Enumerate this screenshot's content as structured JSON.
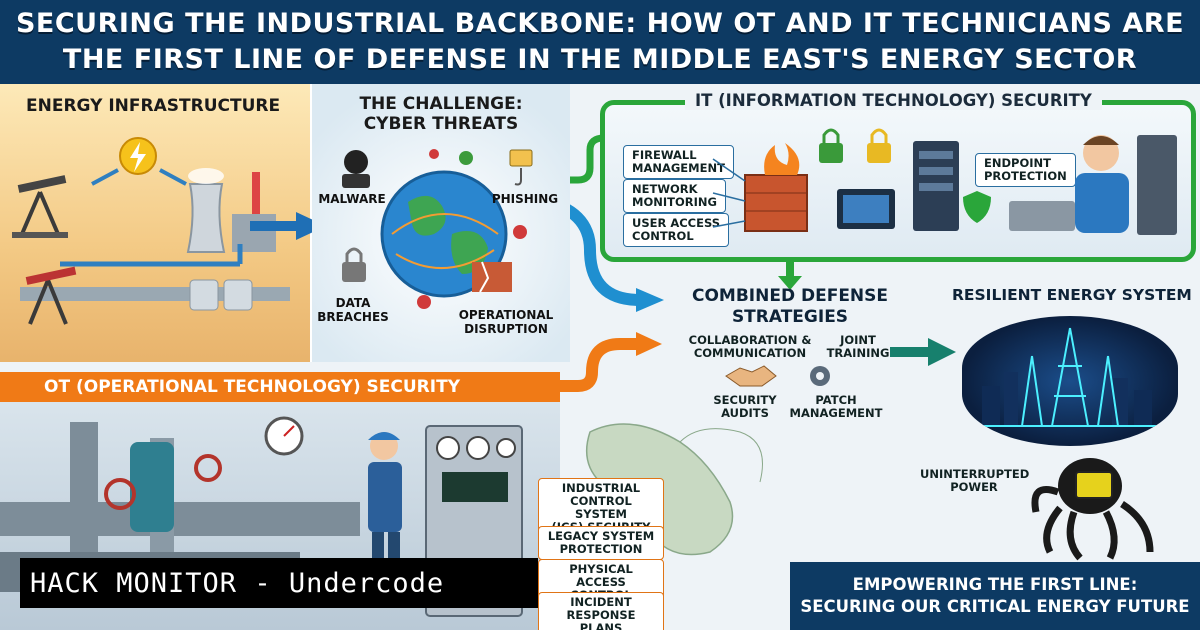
{
  "header": {
    "line1": "SECURING THE INDUSTRIAL BACKBONE: HOW OT AND IT TECHNICIANS ARE",
    "line2": "THE FIRST LINE OF DEFENSE IN THE MIDDLE EAST'S ENERGY SECTOR"
  },
  "energy": {
    "title": "ENERGY INFRASTRUCTURE"
  },
  "challenge": {
    "title_line1": "THE CHALLENGE:",
    "title_line2": "CYBER THREATS",
    "threats": {
      "malware": "MALWARE",
      "phishing": "PHISHING",
      "data_line1": "DATA",
      "data_line2": "BREACHES",
      "op_line1": "OPERATIONAL",
      "op_line2": "DISRUPTION"
    }
  },
  "it": {
    "title": "IT (INFORMATION TECHNOLOGY) SECURITY",
    "items": {
      "firewall_1": "FIREWALL",
      "firewall_2": "MANAGEMENT",
      "network_1": "NETWORK",
      "network_2": "MONITORING",
      "access_1": "USER ACCESS",
      "access_2": "CONTROL",
      "endpoint_1": "ENDPOINT",
      "endpoint_2": "PROTECTION"
    }
  },
  "combined": {
    "title_line1": "COMBINED DEFENSE",
    "title_line2": "STRATEGIES",
    "collab_1": "COLLABORATION &",
    "collab_2": "COMMUNICATION",
    "joint_1": "JOINT",
    "joint_2": "TRAINING",
    "audit_1": "SECURITY",
    "audit_2": "AUDITS",
    "patch_1": "PATCH",
    "patch_2": "MANAGEMENT"
  },
  "resilient": {
    "title": "RESILIENT ENERGY SYSTEM",
    "power_1": "UNINTERRUPTED",
    "power_2": "POWER"
  },
  "ot": {
    "title": "OT (OPERATIONAL TECHNOLOGY) SECURITY",
    "items": {
      "ics_1": "INDUSTRIAL",
      "ics_2": "CONTROL SYSTEM",
      "ics_3": "(ICS) SECURITY",
      "legacy_1": "LEGACY SYSTEM",
      "legacy_2": "PROTECTION",
      "physical_1": "PHYSICAL",
      "physical_2": "ACCESS CONTROL",
      "incident_1": "INCIDENT",
      "incident_2": "RESPONSE PLANS"
    }
  },
  "watermark": {
    "text": "HACK MONITOR - Undercode"
  },
  "empower": {
    "line1": "EMPOWERING THE FIRST LINE:",
    "line2": "SECURING OUR CRITICAL ENERGY FUTURE"
  },
  "colors": {
    "header": "#0d3a63",
    "it_green": "#2aa63a",
    "ot_orange": "#f07a16",
    "flow_blue": "#1f6fb5"
  }
}
